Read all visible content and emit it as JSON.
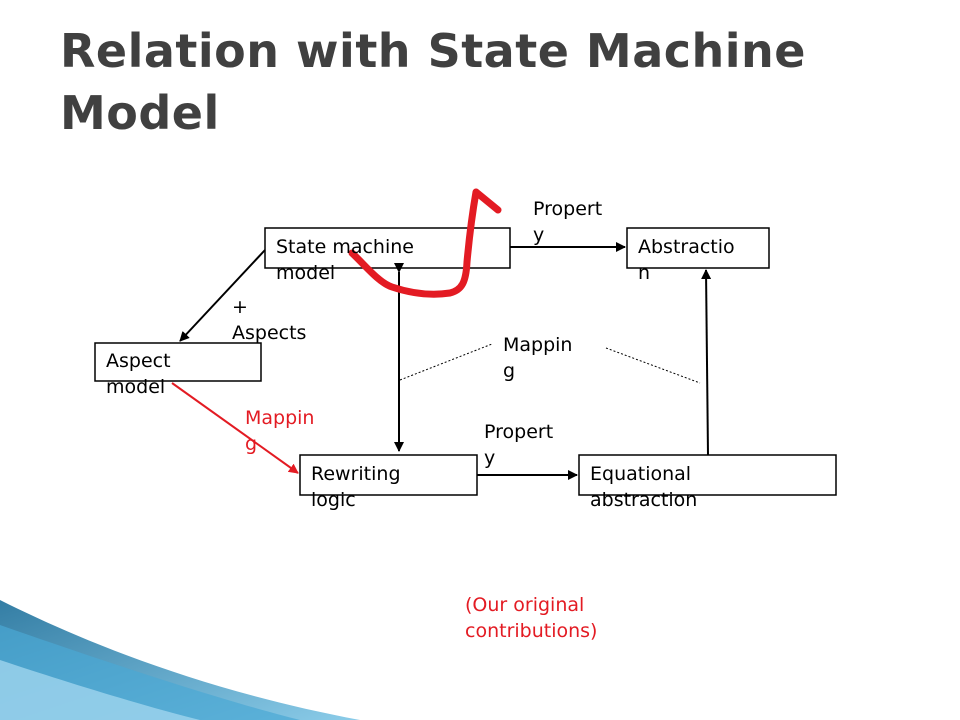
{
  "title": "Relation with State Machine Model",
  "nodes": {
    "state_machine": "State machine\nmodel",
    "abstraction": "Abstractio\nn",
    "aspect_model": "Aspect\nmodel",
    "rewriting_logic": "Rewriting\nlogic",
    "equational_abstraction": "Equational\nabstraction"
  },
  "labels": {
    "property_top": "Propert\ny",
    "plus_aspects": "+\nAspects",
    "mapping_center": "Mappin\ng",
    "mapping_red": "Mappin\ng",
    "property_bottom": "Propert\ny",
    "contributions": "(Our original\ncontributions)"
  },
  "colors": {
    "title": "#404040",
    "accent_red": "#e31b23",
    "wave_blue": "#2e8bb8"
  }
}
